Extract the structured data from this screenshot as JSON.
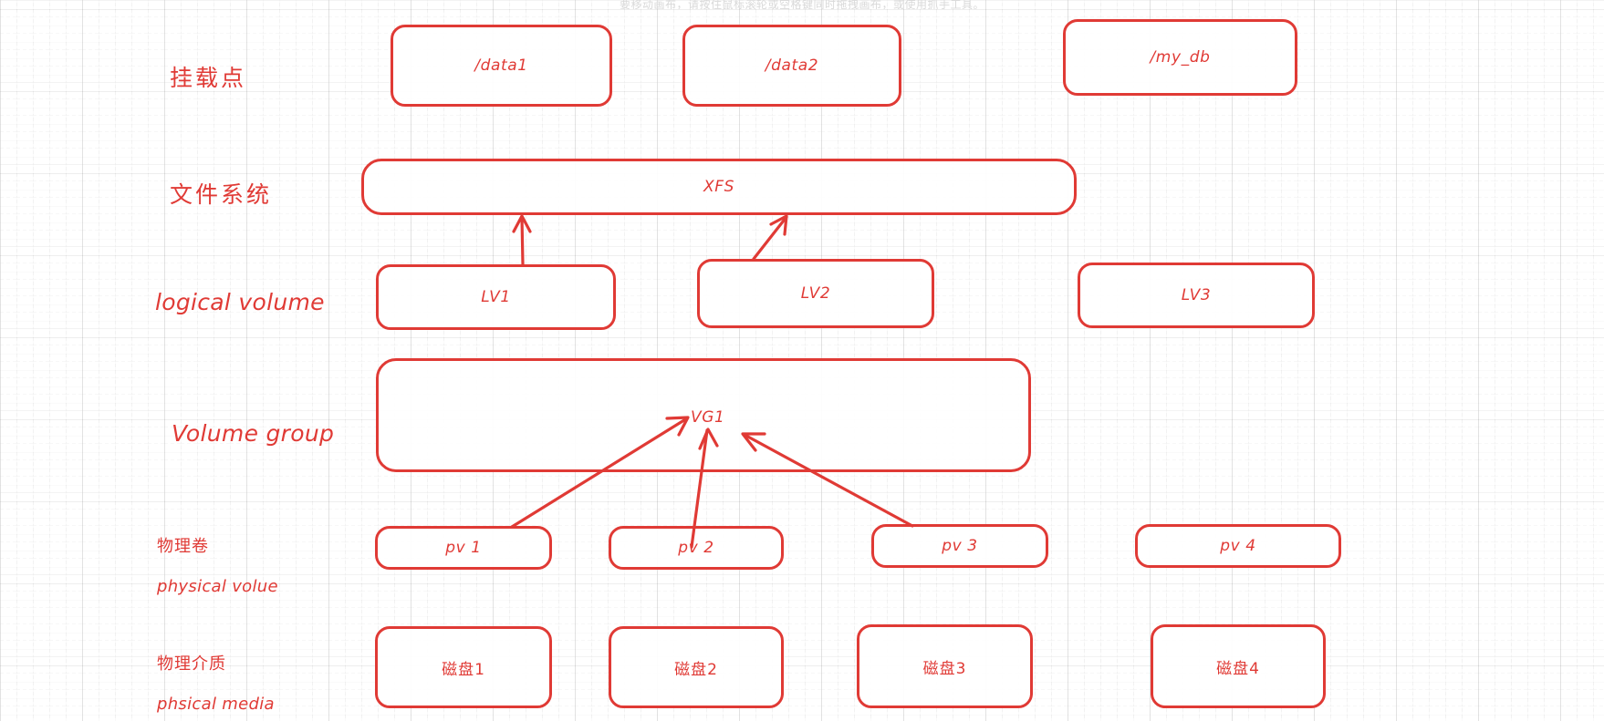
{
  "page": {
    "masthead_note": "要移动画布，请按住鼠标滚轮或空格键同时拖拽画布，或使用抓手工具。",
    "accent_color": "#e03a35",
    "grid_color": "#d8d8d8",
    "background": "#ffffff"
  },
  "rows": [
    {
      "id": "mount-point",
      "cn": "挂载点",
      "en": "",
      "size": "big"
    },
    {
      "id": "filesystem",
      "cn": "文件系统",
      "en": "",
      "size": "big"
    },
    {
      "id": "logical-volume",
      "cn": "",
      "en": "logical volume",
      "size": "big"
    },
    {
      "id": "volume-group",
      "cn": "",
      "en": "Volume group",
      "size": "big"
    },
    {
      "id": "physical-volume",
      "cn": "物理卷",
      "en": "physical volue",
      "size": "small"
    },
    {
      "id": "physical-media",
      "cn": "物理介质",
      "en": "phsical media",
      "size": "small"
    }
  ],
  "nodes": {
    "mount_points": [
      {
        "id": "data1",
        "label": "/data1"
      },
      {
        "id": "data2",
        "label": "/data2"
      },
      {
        "id": "my_db",
        "label": "/my_db"
      }
    ],
    "filesystems": [
      {
        "id": "xfs",
        "label": "XFS"
      }
    ],
    "logical_volumes": [
      {
        "id": "lv1",
        "label": "LV1"
      },
      {
        "id": "lv2",
        "label": "LV2"
      },
      {
        "id": "lv3",
        "label": "LV3"
      }
    ],
    "volume_groups": [
      {
        "id": "vg1",
        "label": "VG1"
      }
    ],
    "physical_volumes": [
      {
        "id": "pv1",
        "label": "pv 1"
      },
      {
        "id": "pv2",
        "label": "pv 2"
      },
      {
        "id": "pv3",
        "label": "pv 3"
      },
      {
        "id": "pv4",
        "label": "pv 4"
      }
    ],
    "physical_media": [
      {
        "id": "disk1",
        "label": "磁盘1"
      },
      {
        "id": "disk2",
        "label": "磁盘2"
      },
      {
        "id": "disk3",
        "label": "磁盘3"
      },
      {
        "id": "disk4",
        "label": "磁盘4"
      }
    ]
  },
  "connections": [
    {
      "id": "lv1-to-xfs",
      "from": "lv1",
      "to": "xfs",
      "style": "arrow"
    },
    {
      "id": "lv2-to-xfs",
      "from": "lv2",
      "to": "xfs",
      "style": "arrow"
    },
    {
      "id": "pv1-to-vg1",
      "from": "pv1",
      "to": "vg1",
      "style": "arrow"
    },
    {
      "id": "pv2-to-vg1",
      "from": "pv2",
      "to": "vg1",
      "style": "arrow"
    },
    {
      "id": "pv3-to-vg1",
      "from": "pv3",
      "to": "vg1",
      "style": "arrow"
    }
  ]
}
